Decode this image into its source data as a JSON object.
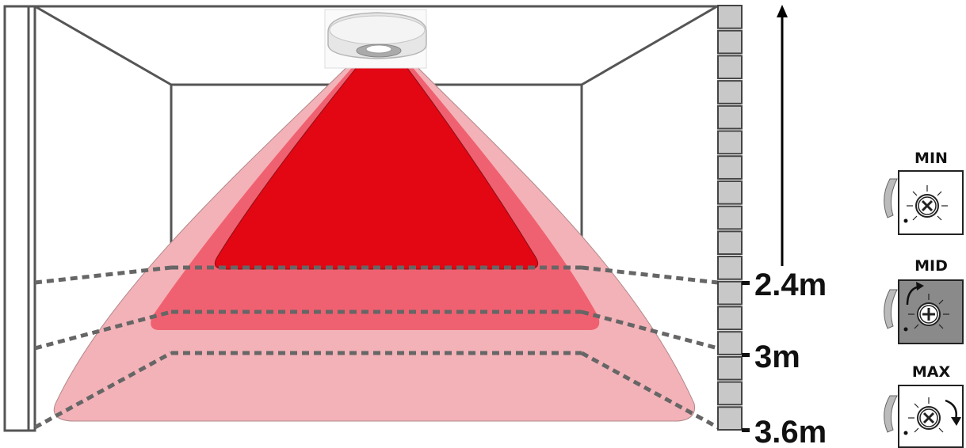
{
  "heights": [
    {
      "label": "2.4m",
      "zone": "min"
    },
    {
      "label": "3m",
      "zone": "mid"
    },
    {
      "label": "3.6m",
      "zone": "max"
    }
  ],
  "settings": [
    {
      "label": "MIN",
      "state": "inactive"
    },
    {
      "label": "MID",
      "state": "active"
    },
    {
      "label": "MAX",
      "state": "inactive"
    }
  ],
  "colors": {
    "zone_min": "#e30613",
    "zone_mid": "#ef6170",
    "zone_max": "#f3b2b8",
    "room_lines": "#555555",
    "dial_active_bg": "#8a8a8a"
  },
  "icons": {
    "sensor": "ceiling-sensor-icon",
    "dial": "potentiometer-dial-icon",
    "arrow": "height-arrow-icon"
  }
}
